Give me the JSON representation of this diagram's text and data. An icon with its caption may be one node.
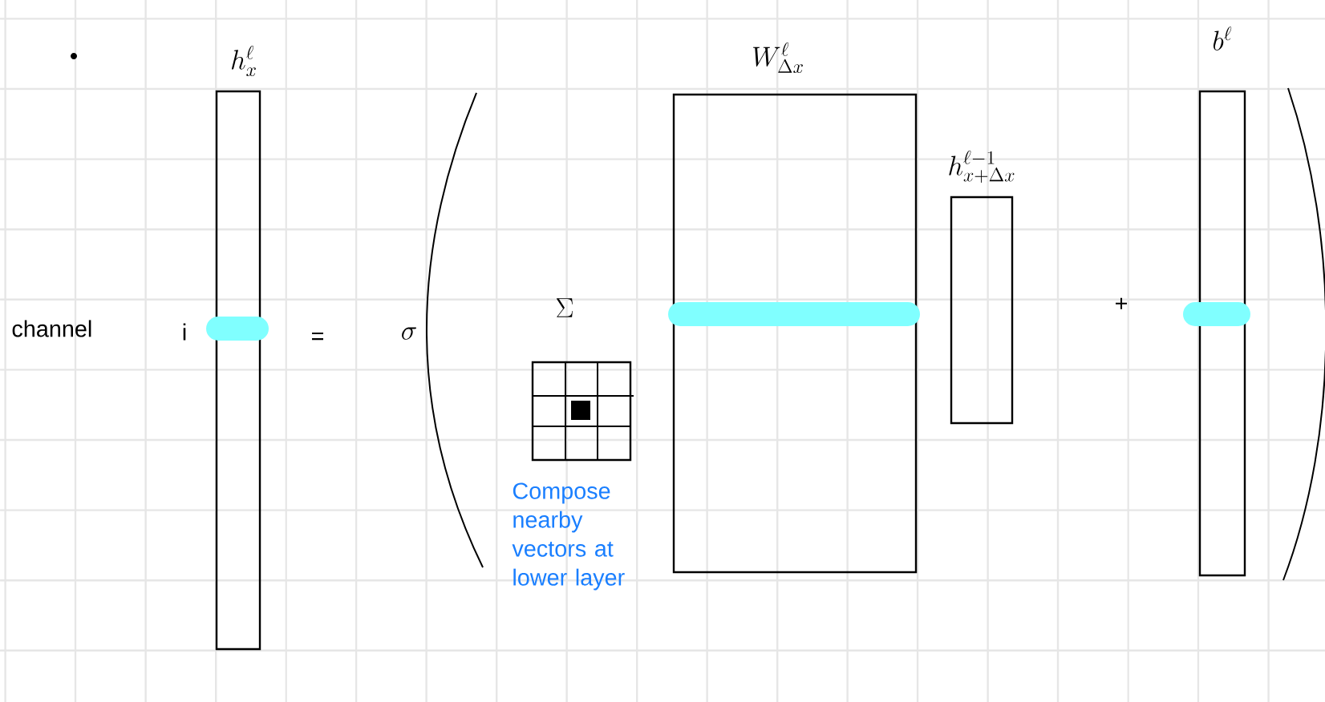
{
  "diagram": {
    "nodes": [
      {
        "text": [
          "h_x^{\\ell}"
        ]
      },
      {
        "text": [
          "W_{\\Delta x}^{\\ell}"
        ]
      },
      {
        "text": [
          "h_{x+\\Delta x}^{\\ell-1}"
        ]
      },
      {
        "text": [
          "b^{\\ell}"
        ]
      }
    ],
    "labels": [
      "channel",
      "i",
      "=",
      "\\sigma",
      "\\Sigma",
      "Compose nearby vectors at lower layer",
      "+"
    ]
  }
}
